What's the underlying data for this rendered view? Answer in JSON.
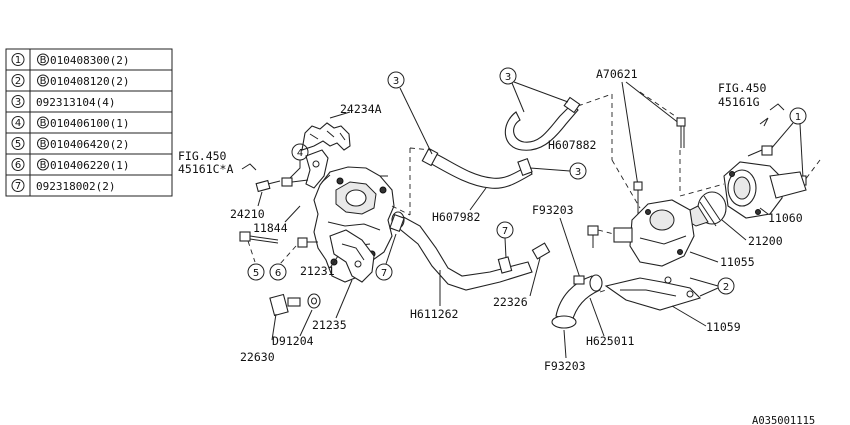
{
  "legend": {
    "rows": [
      {
        "num": "1",
        "b": true,
        "text": "010408300(2)"
      },
      {
        "num": "2",
        "b": true,
        "text": "010408120(2)"
      },
      {
        "num": "3",
        "b": false,
        "text": "092313104(4)"
      },
      {
        "num": "4",
        "b": true,
        "text": "010406100(1)"
      },
      {
        "num": "5",
        "b": true,
        "text": "010406420(2)"
      },
      {
        "num": "6",
        "b": true,
        "text": "010406220(1)"
      },
      {
        "num": "7",
        "b": false,
        "text": "092318002(2)"
      }
    ],
    "b_symbol": "B"
  },
  "labels": {
    "p24234a": "24234A",
    "fig450_left_1": "FIG.450",
    "fig450_left_2": "45161C*A",
    "p24210": "24210",
    "p11844": "11844",
    "p21231": "21231",
    "p21235": "21235",
    "pd91204": "D91204",
    "p22630": "22630",
    "h607982": "H607982",
    "h607882": "H607882",
    "a70621": "A70621",
    "fig450_right_1": "FIG.450",
    "fig450_right_2": "45161G",
    "p11060": "11060",
    "p21200": "21200",
    "p11055": "11055",
    "p11059": "11059",
    "f93203_top": "F93203",
    "f93203_bottom": "F93203",
    "p22326": "22326",
    "h611262": "H611262",
    "h625011": "H625011",
    "footer_code": "A035001115"
  },
  "callouts": {
    "c1": "1",
    "c2": "2",
    "c3": "3",
    "c4": "4",
    "c5": "5",
    "c6": "6",
    "c7": "7"
  }
}
